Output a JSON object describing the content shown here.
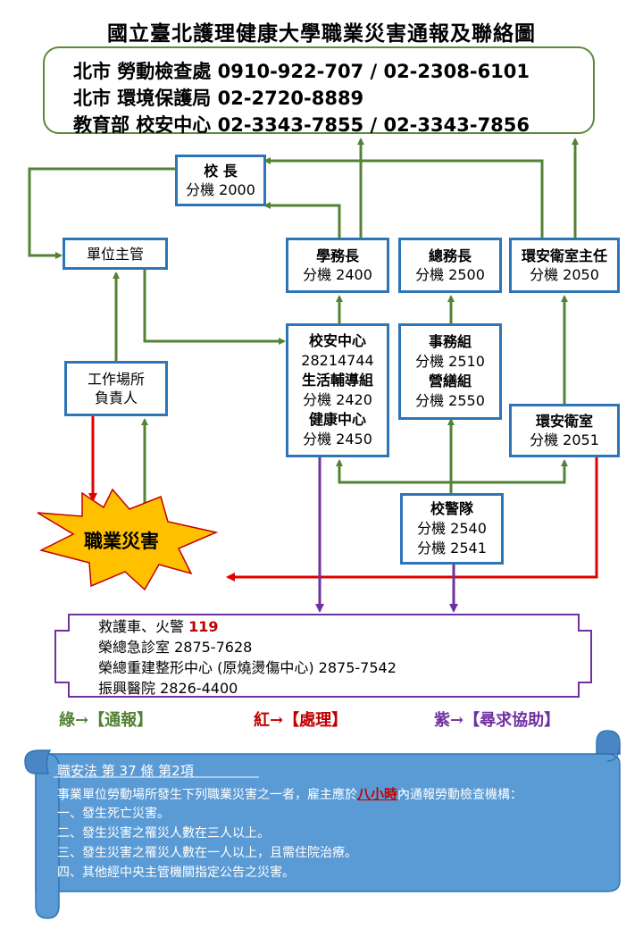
{
  "title": "國立臺北護理健康大學職業災害通報及聯絡圖",
  "contacts": [
    "北市 勞動檢查處  0910-922-707 / 02-2308-6101",
    "北市 環境保護局  02-2720-8889",
    "教育部 校安中心  02-3343-7855 / 02-3343-7856"
  ],
  "nodes": {
    "president": [
      "校  長",
      "分機  2000"
    ],
    "unit_head": [
      "單位主管"
    ],
    "workplace_head": [
      "工作場所",
      "負責人"
    ],
    "student_affairs": [
      "學務長",
      "分機  2400"
    ],
    "general_affairs": [
      "總務長",
      "分機  2500"
    ],
    "env_director": [
      "環安衛室主任",
      "分機  2050"
    ],
    "safety_center": [
      "校安中心",
      "28214744",
      "生活輔導組",
      "分機  2420",
      "健康中心",
      "分機  2450"
    ],
    "affairs_section": [
      "事務組",
      "分機  2510",
      "營繕組",
      "分機  2550"
    ],
    "env_office": [
      "環安衛室",
      "分機  2051"
    ],
    "campus_police": [
      "校警隊",
      "分機  2540",
      "分機  2541"
    ]
  },
  "incident": "職業災害",
  "hospitals": {
    "line1_prefix": "救護車、火警 ",
    "line1_number": "119",
    "lines": [
      "榮總急診室 2875-7628",
      "榮總重建整形中心 (原燒燙傷中心) 2875-7542",
      "振興醫院 2826-4400"
    ]
  },
  "legend": [
    {
      "label": "綠→【通報】",
      "color": "#548235"
    },
    {
      "label": "紅→【處理】",
      "color": "#c00000"
    },
    {
      "label": "紫→【尋求協助】",
      "color": "#7030a0"
    }
  ],
  "colors": {
    "green": "#548235",
    "red": "#e00000",
    "purple": "#7030a0",
    "box_border": "#2e75b6",
    "scroll_fill": "#5b9bd5",
    "burst_fill": "#ffc000"
  },
  "law": {
    "heading": "職安法 第 37 條 第2項",
    "intro_prefix": "事業單位勞動場所發生下列職業災害之一者，雇主應於",
    "intro_highlight": "八小時",
    "intro_suffix": "內通報勞動檢查機構：",
    "items": [
      "一、發生死亡災害。",
      "二、發生災害之罹災人數在三人以上。",
      "三、發生災害之罹災人數在一人以上，且需住院治療。",
      "四、其他經中央主管機關指定公告之災害。"
    ]
  }
}
